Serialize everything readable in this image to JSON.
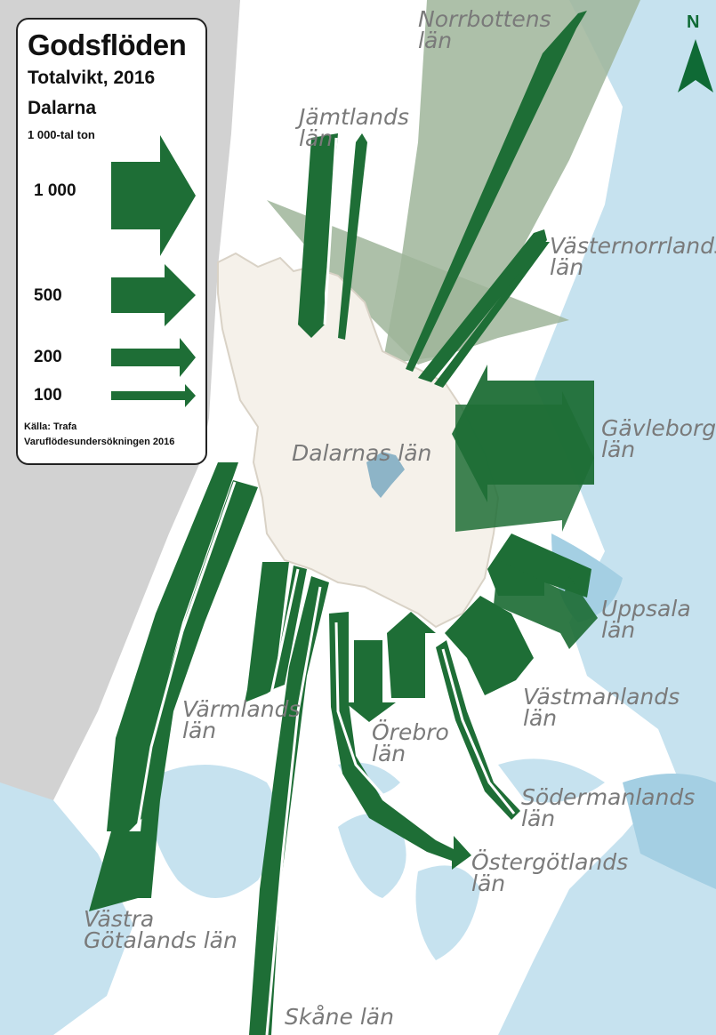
{
  "legend": {
    "title": "Godsflöden",
    "subtitle": "Totalvikt, 2016",
    "region": "Dalarna",
    "unit": "1 000-tal ton",
    "levels": [
      "1 000",
      "500",
      "200",
      "100"
    ],
    "source_line1": "Källa: Trafa",
    "source_line2": "Varuflödesundersökningen 2016"
  },
  "north_label": "N",
  "regions": {
    "norrbotten": {
      "line1": "Norrbottens",
      "line2": "län"
    },
    "jamtland": {
      "line1": "Jämtlands",
      "line2": "län"
    },
    "vasternorrland": {
      "line1": "Västernorrlands",
      "line2": "län"
    },
    "gavleborg": {
      "line1": "Gävleborgs",
      "line2": "län"
    },
    "dalarna": {
      "line1": "Dalarnas län"
    },
    "uppsala": {
      "line1": "Uppsala",
      "line2": "län"
    },
    "varmland": {
      "line1": "Värmlands",
      "line2": "län"
    },
    "orebro": {
      "line1": "Örebro",
      "line2": "län"
    },
    "vastmanland": {
      "line1": "Västmanlands",
      "line2": "län"
    },
    "sodermanland": {
      "line1": "Södermanlands",
      "line2": "län"
    },
    "ostergotland": {
      "line1": "Östergötlands",
      "line2": "län"
    },
    "vastra_gotaland": {
      "line1": "Västra",
      "line2": "Götalands län"
    },
    "skane": {
      "line1": "Skåne län"
    }
  },
  "colors": {
    "flow": "#1e6e36",
    "flow_light": "#9fb59a",
    "water": "#c6e2ef",
    "water_deep": "#9fcde2",
    "land": "#ffffff",
    "land_outside": "#cfcfcf",
    "dalarna": "#f5f1ea",
    "label": "#7a7a7a"
  }
}
